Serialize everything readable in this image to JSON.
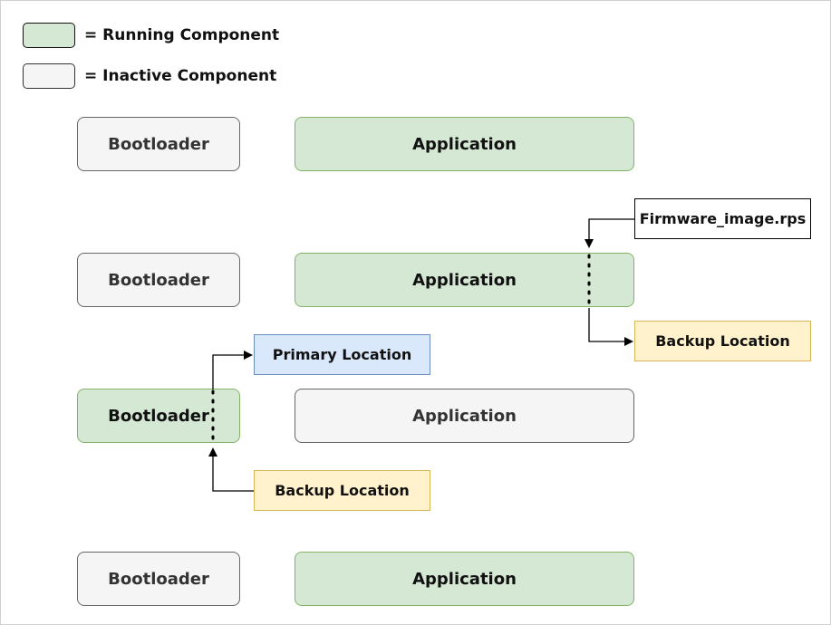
{
  "legend": {
    "running": "= Running Component",
    "inactive": "= Inactive Component"
  },
  "rows": [
    {
      "bootloader": "Bootloader",
      "application": "Application"
    },
    {
      "bootloader": "Bootloader",
      "application": "Application"
    },
    {
      "bootloader": "Bootloader",
      "application": "Application"
    },
    {
      "bootloader": "Bootloader",
      "application": "Application"
    }
  ],
  "annotations": {
    "firmware_image": "Firmware_image.rps",
    "backup_location_app": "Backup Location",
    "primary_location": "Primary Location",
    "backup_location_boot": "Backup Location"
  },
  "colors": {
    "running_fill": "#d5e8d4",
    "running_border": "#82b366",
    "inactive_fill": "#f5f5f5",
    "inactive_border": "#666666",
    "primary_fill": "#dae8fc",
    "backup_fill": "#fff2cc"
  }
}
